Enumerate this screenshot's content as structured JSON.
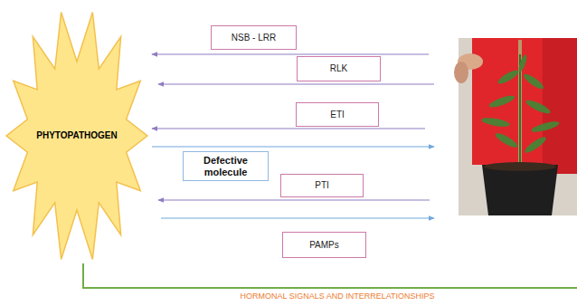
{
  "diagram": {
    "nodes": [
      {
        "text": [
          "PHYTOPATHOGEN"
        ]
      },
      {
        "text": [
          "NSB - LRR"
        ]
      },
      {
        "text": [
          "RLK"
        ]
      },
      {
        "text": [
          "ETI"
        ]
      },
      {
        "text": [
          "Defective molecule"
        ]
      },
      {
        "text": [
          "PTI"
        ]
      },
      {
        "text": [
          "PAMPs"
        ]
      }
    ],
    "labels": [
      "HORMONAL SIGNALS AND INTERRELATIONSHIPS"
    ]
  }
}
